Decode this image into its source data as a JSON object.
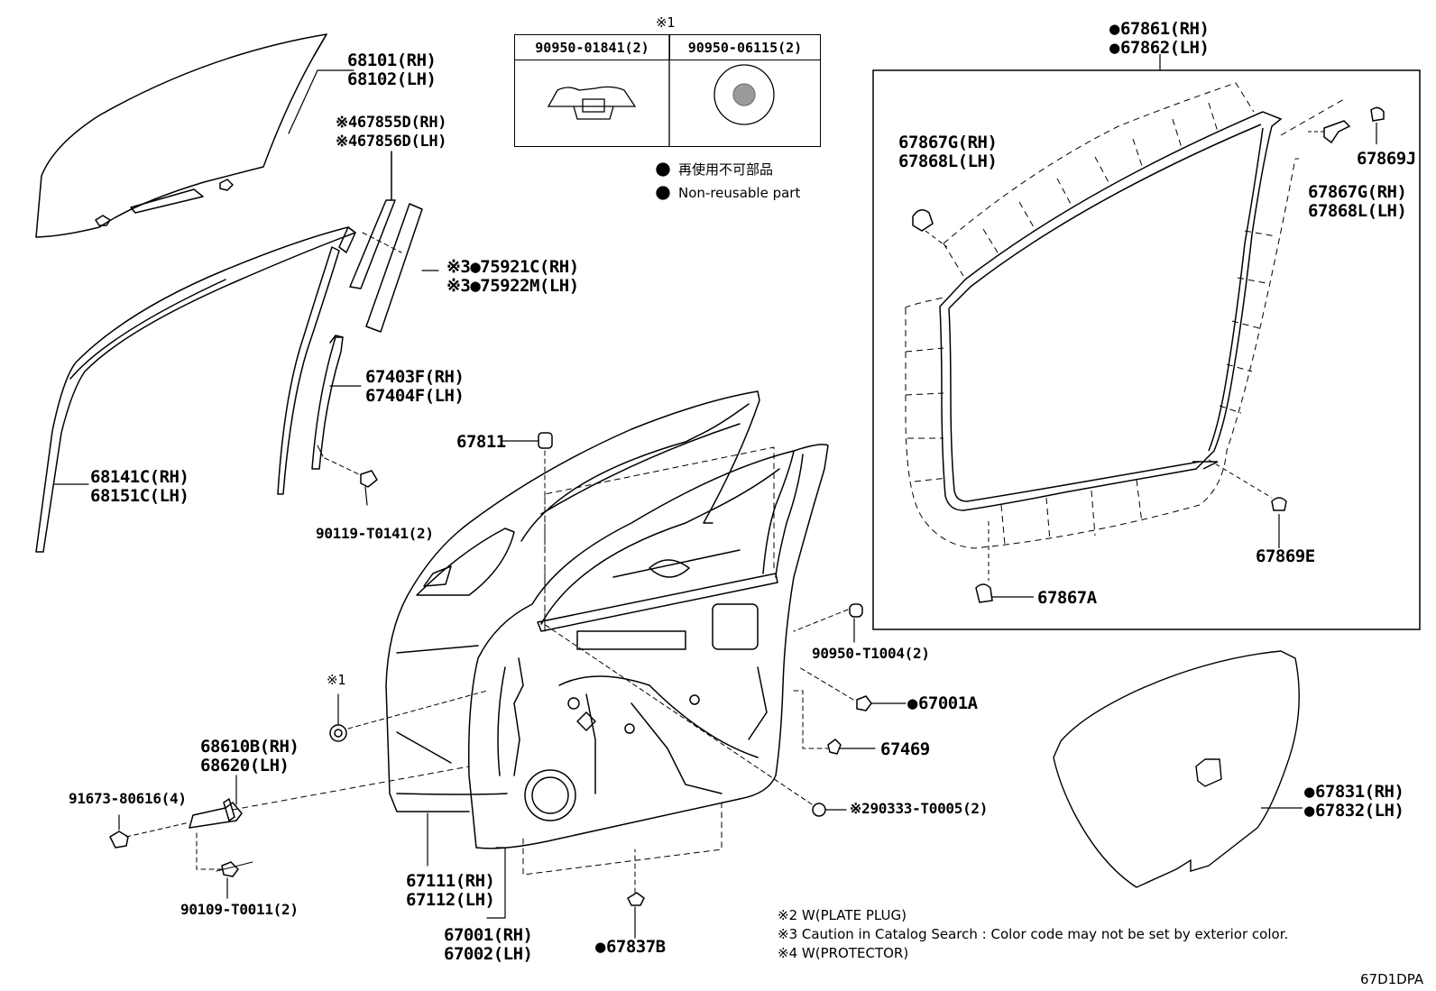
{
  "colors": {
    "line": "#000000",
    "background": "#ffffff",
    "hatch": "#9a9a9a"
  },
  "legend": {
    "ref_mark": "※1",
    "parts": [
      "90950-01841(2)",
      "90950-06115(2)"
    ],
    "non_reusable_jp": "再使用不可部品",
    "non_reusable_en": "Non-reusable part"
  },
  "labels": {
    "glass_rh": "68101(RH)",
    "glass_lh": "68102(LH)",
    "protector_rh": "※467855D(RH)",
    "protector_lh": "※467856D(LH)",
    "garnish_rh": "※3●75921C(RH)",
    "garnish_lh": "※3●75922M(LH)",
    "run_rh": "67403F(RH)",
    "run_lh": "67404F(LH)",
    "channel_rh": "68141C(RH)",
    "channel_lh": "68151C(LH)",
    "bolt_a": "90119-T0141(2)",
    "stopper": "67811",
    "weather_rh": "67861(RH)",
    "weather_lh": "67862(LH)",
    "clip_g_rh": "67867G(RH)",
    "clip_l_lh": "67868L(LH)",
    "clip_g2_rh": "67867G(RH)",
    "clip_l2_lh": "67868L(LH)",
    "clip_j": "67869J",
    "clip_e": "67869E",
    "clip_a": "67867A",
    "plug_t1004": "90950-T1004(2)",
    "grommet_a": "67001A",
    "clip_469": "67469",
    "plug_t0005": "※290333-T0005(2)",
    "ref1": "※1",
    "hinge_rh": "68610B(RH)",
    "hinge_lh": "68620(LH)",
    "bolt_b": "91673-80616(4)",
    "bolt_c": "90109-T0011(2)",
    "panel_rh": "67111(RH)",
    "panel_lh": "67112(LH)",
    "door_rh": "67001(RH)",
    "door_lh": "67002(LH)",
    "plug_b": "67837B",
    "cover_rh": "67831(RH)",
    "cover_lh": "67832(LH)"
  },
  "notes": [
    "※2 W(PLATE PLUG)",
    "※3 Caution in Catalog Search : Color code may not be set by exterior color.",
    "※4 W(PROTECTOR)"
  ],
  "diagram_code": "67D1DPA"
}
